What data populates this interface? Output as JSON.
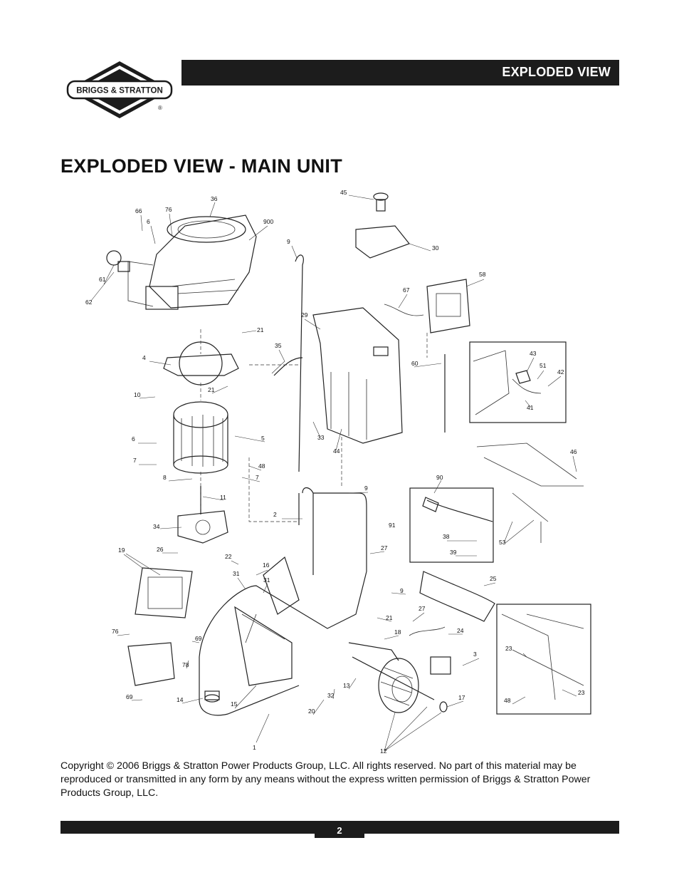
{
  "header": {
    "section_label": "EXPLODED VIEW",
    "brand_name": "BRIGGS & STRATTON",
    "brand_mark": "®"
  },
  "title": "EXPLODED VIEW - MAIN UNIT",
  "diagram": {
    "labels": [
      "36",
      "66",
      "76",
      "6",
      "900",
      "45",
      "30",
      "9",
      "58",
      "67",
      "61",
      "62",
      "21",
      "29",
      "35",
      "60",
      "43",
      "51",
      "42",
      "41",
      "4",
      "10",
      "21",
      "33",
      "44",
      "5",
      "6",
      "7",
      "48",
      "7",
      "8",
      "11",
      "46",
      "90",
      "91",
      "38",
      "39",
      "53",
      "9",
      "2",
      "34",
      "26",
      "22",
      "27",
      "19",
      "31",
      "16",
      "31",
      "9",
      "25",
      "21",
      "27",
      "18",
      "24",
      "76",
      "69",
      "78",
      "3",
      "23",
      "23",
      "48",
      "69",
      "14",
      "15",
      "20",
      "32",
      "13",
      "17",
      "1",
      "12"
    ]
  },
  "copyright": "Copyright © 2006 Briggs & Stratton Power Products Group, LLC.  All rights reserved.  No part of this material may be reproduced or transmitted in any form by any means without the express written permission of Briggs & Stratton Power Products Group, LLC.",
  "footer": {
    "page_number": "2"
  }
}
